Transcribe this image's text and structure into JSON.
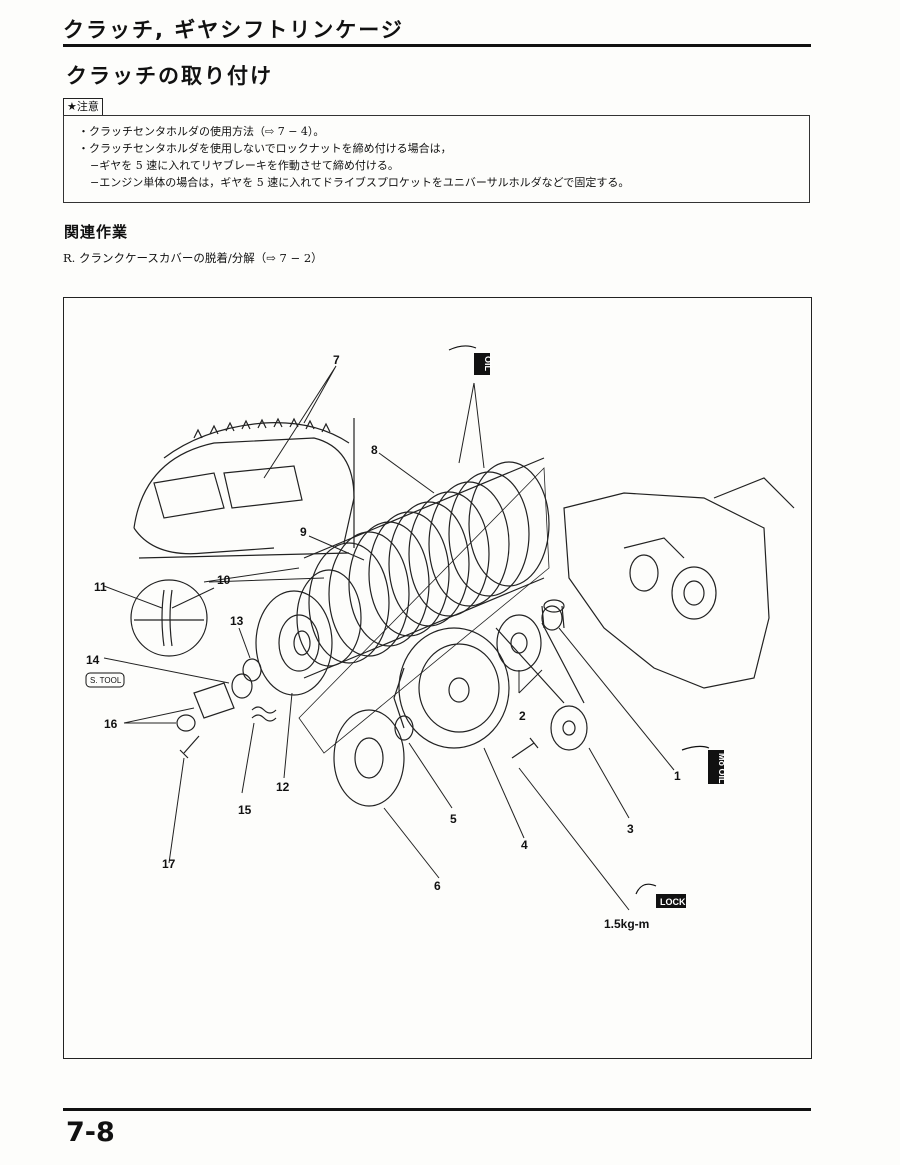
{
  "header": {
    "section_title": "クラッチ, ギヤシフトリンケージ",
    "page_title": "クラッチの取り付け"
  },
  "caution": {
    "label": "★注意",
    "lines": [
      "・クラッチセンタホルダの使用方法（⇨ 7 − 4）。",
      "・クラッチセンタホルダを使用しないでロックナットを締め付ける場合は，",
      "−ギヤを 5 速に入れてリヤブレーキを作動させて締め付ける。",
      "−エンジン単体の場合は，ギヤを 5 速に入れてドライブスプロケットをユニバーサルホルダなどで固定する。"
    ]
  },
  "related": {
    "title": "関連作業",
    "text": "R. クランクケースカバーの脱着/分解（⇨ 7 − 2）"
  },
  "figure": {
    "callouts": [
      "1",
      "2",
      "3",
      "4",
      "5",
      "6",
      "7",
      "8",
      "9",
      "10",
      "11",
      "12",
      "13",
      "14",
      "15",
      "16",
      "17"
    ],
    "torque": "1.5kg-m",
    "badges": {
      "oil": "OIL",
      "mo_oil": "Mo OIL",
      "lock": "LOCK",
      "special_tool": "S. TOOL"
    }
  },
  "footer": {
    "page_number": "7-8"
  }
}
